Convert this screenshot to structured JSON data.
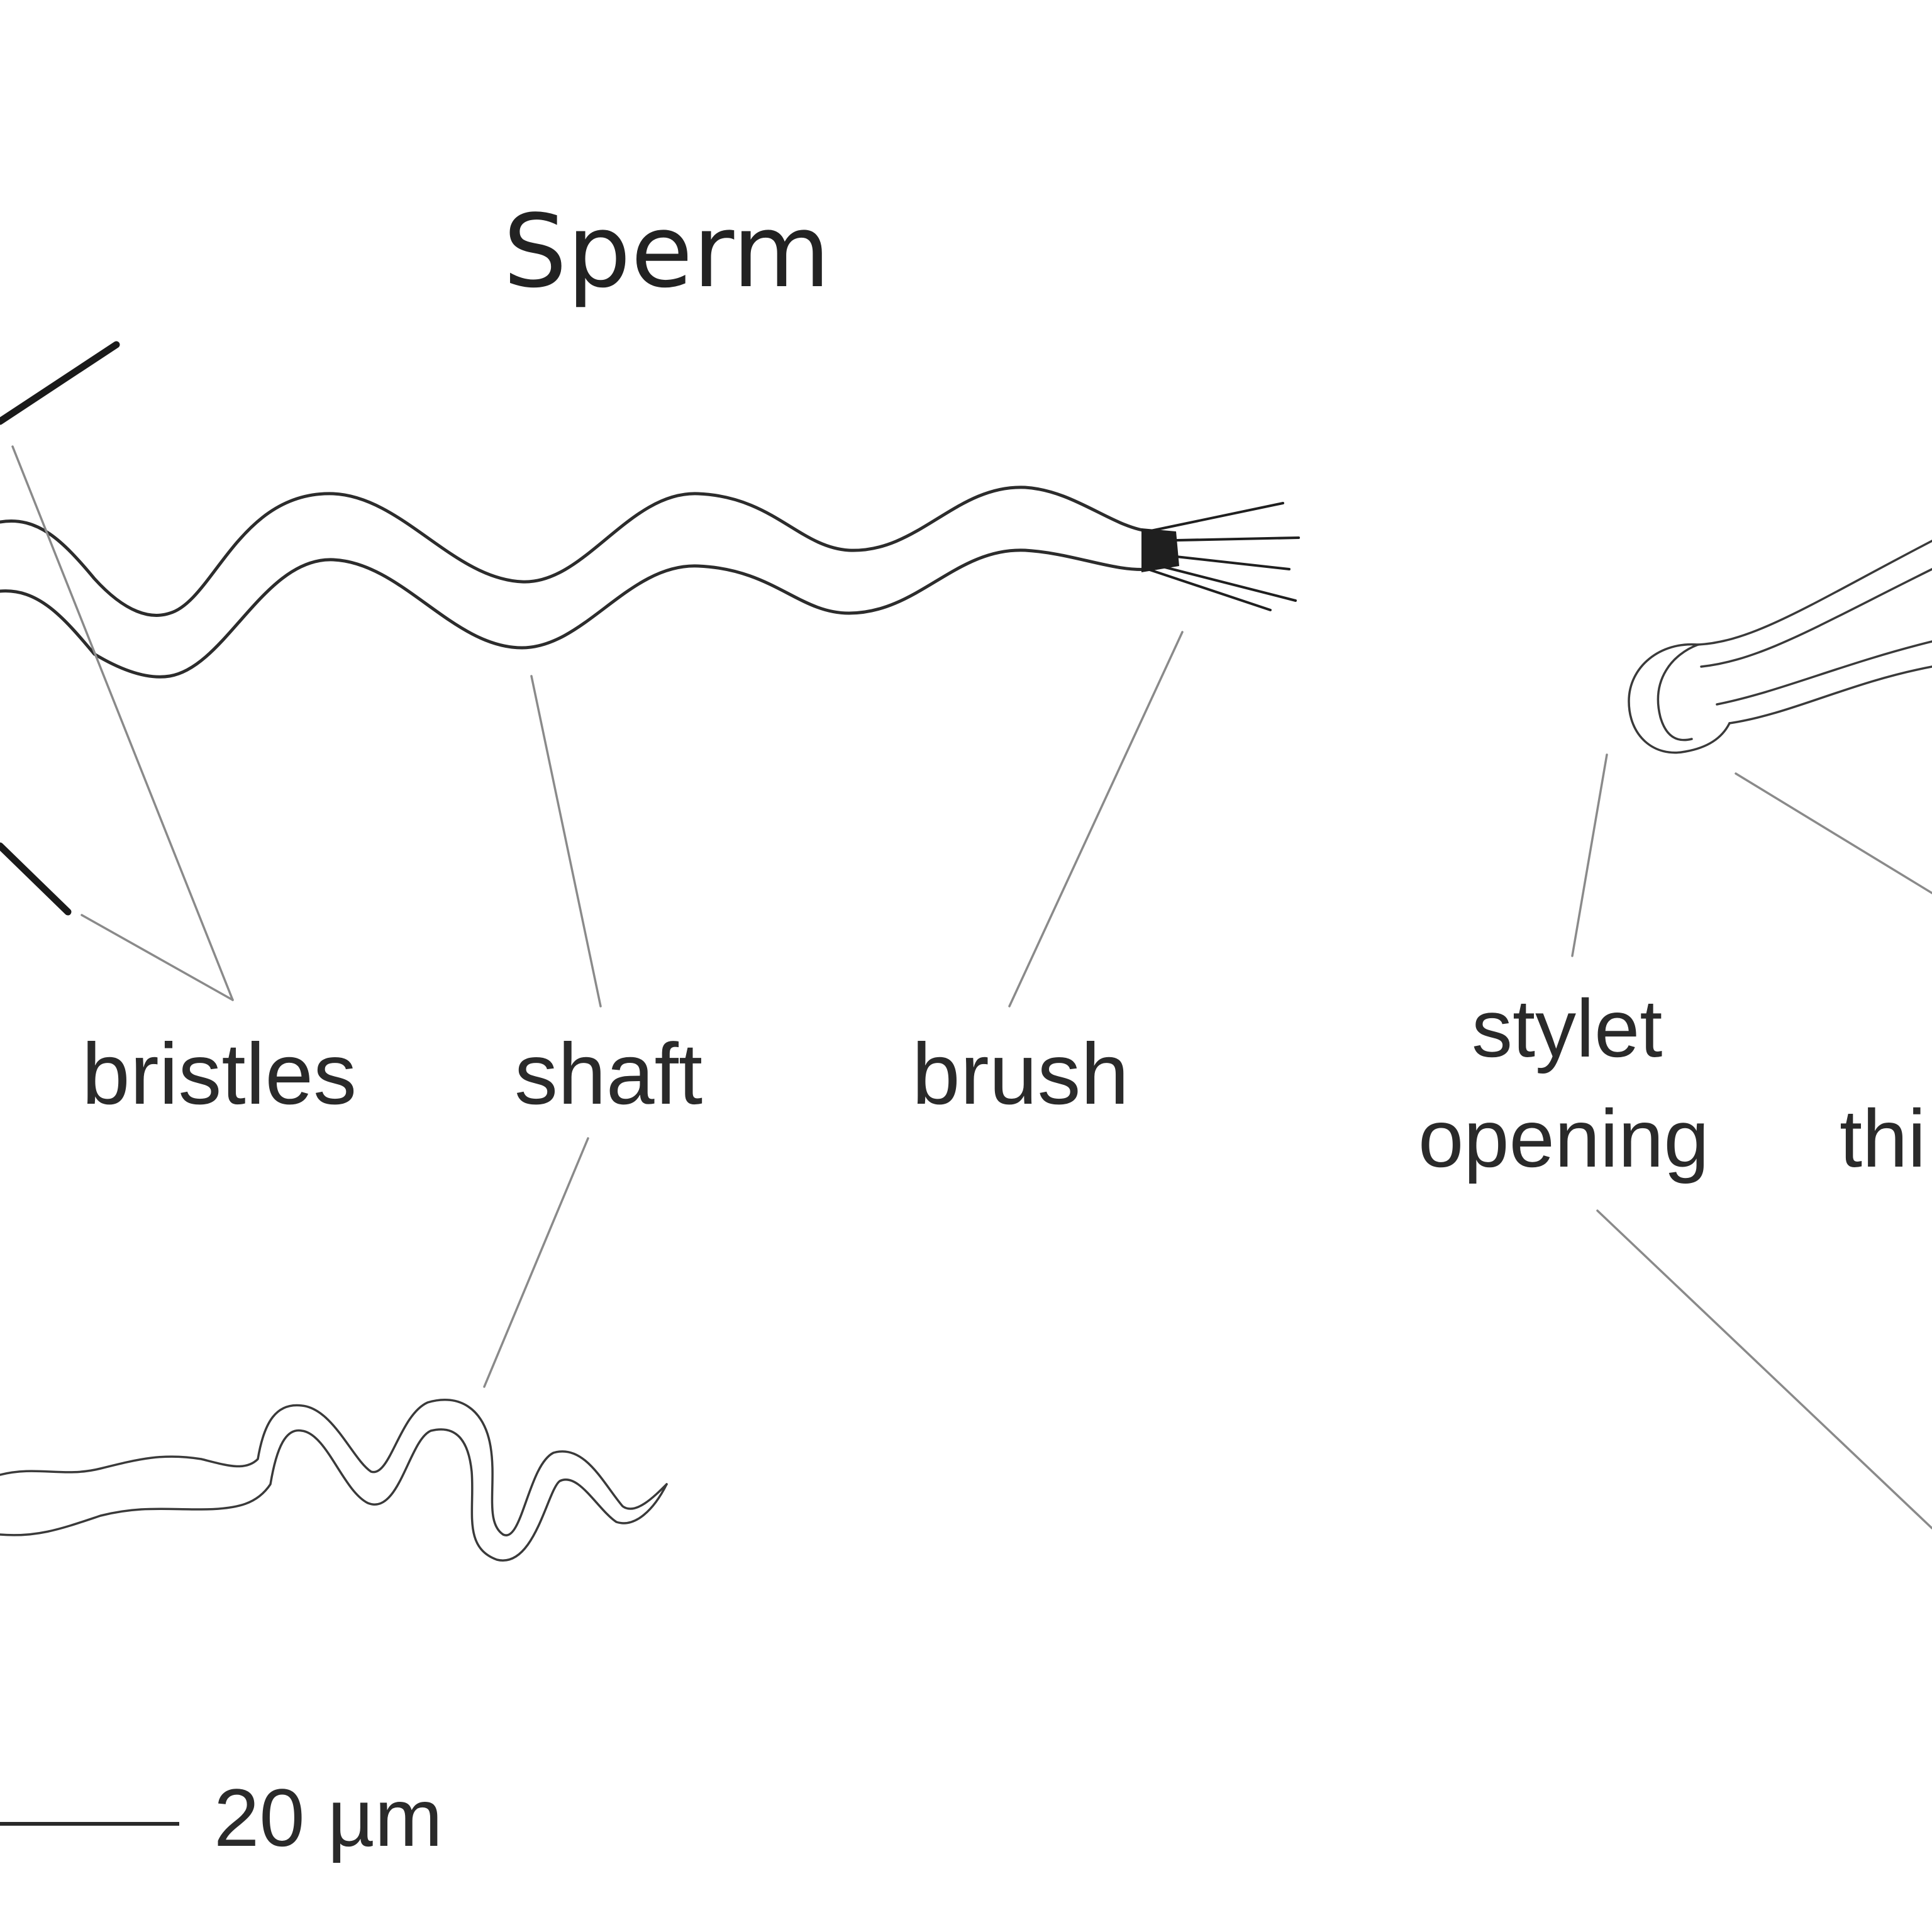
{
  "title": "Sperm",
  "labels": {
    "bristles": "bristles",
    "shaft": "shaft",
    "brush": "brush",
    "stylet_line1": "stylet",
    "stylet_line2": "opening",
    "partial_label": "thi"
  },
  "scale_bar": {
    "label": "20 µm"
  },
  "colors": {
    "background": "#ffffff",
    "outline": "#2c2c2c",
    "leader": "#8a8a8a",
    "text": "#2a2a2a"
  }
}
